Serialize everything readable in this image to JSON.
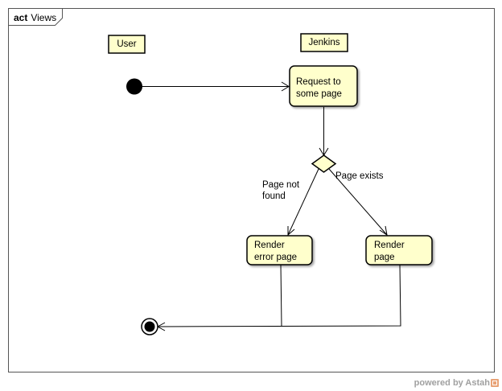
{
  "frame": {
    "keyword": "act",
    "name": "Views"
  },
  "partitions": {
    "user": "User",
    "jenkins": "Jenkins"
  },
  "actions": {
    "request": {
      "line1": "Request to",
      "line2": "some page"
    },
    "render_error": {
      "line1": "Render",
      "line2": "error page"
    },
    "render_page": {
      "line1": "Render",
      "line2": "page"
    }
  },
  "guards": {
    "not_found": {
      "line1": "Page not",
      "line2": "found"
    },
    "exists": "Page exists"
  },
  "footer": {
    "text": "powered by Astah"
  },
  "colors": {
    "node_fill": "#ffffcc",
    "stroke": "#000000",
    "frame_stroke": "#555555"
  }
}
